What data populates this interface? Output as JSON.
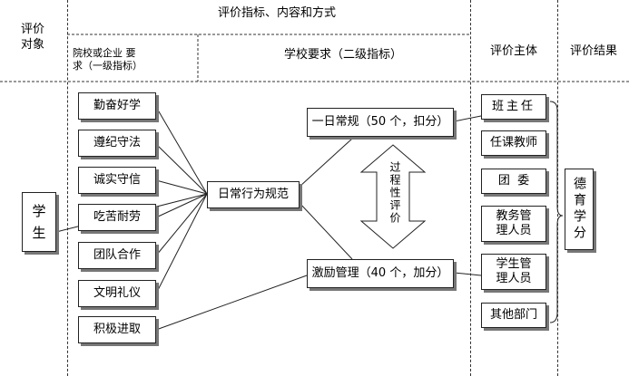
{
  "headers": {
    "eval_object": "评价\n对象",
    "criteria_title": "评价指标、内容和方式",
    "level1": "院校或企业 要\n求（一级指标）",
    "level2": "学校要求（二级指标）",
    "subject": "评价主体",
    "result": "评价结果"
  },
  "student": "学\n生",
  "level1_items": [
    "勤奋好学",
    "遵纪守法",
    "诚实守信",
    "吃苦耐劳",
    "团队合作",
    "文明礼仪",
    "积极进取"
  ],
  "behavior_norm": "日常行为规范",
  "daily_rule": "一日常规（50 个，扣分）",
  "incentive": "激励管理（40 个，加分）",
  "process_eval": "过程性评价",
  "subjects": [
    "班主任",
    "任课教师",
    "团  委",
    "教务管\n理人员",
    "学生管\n理人员",
    "其他部门"
  ],
  "result_label": "德育学分"
}
